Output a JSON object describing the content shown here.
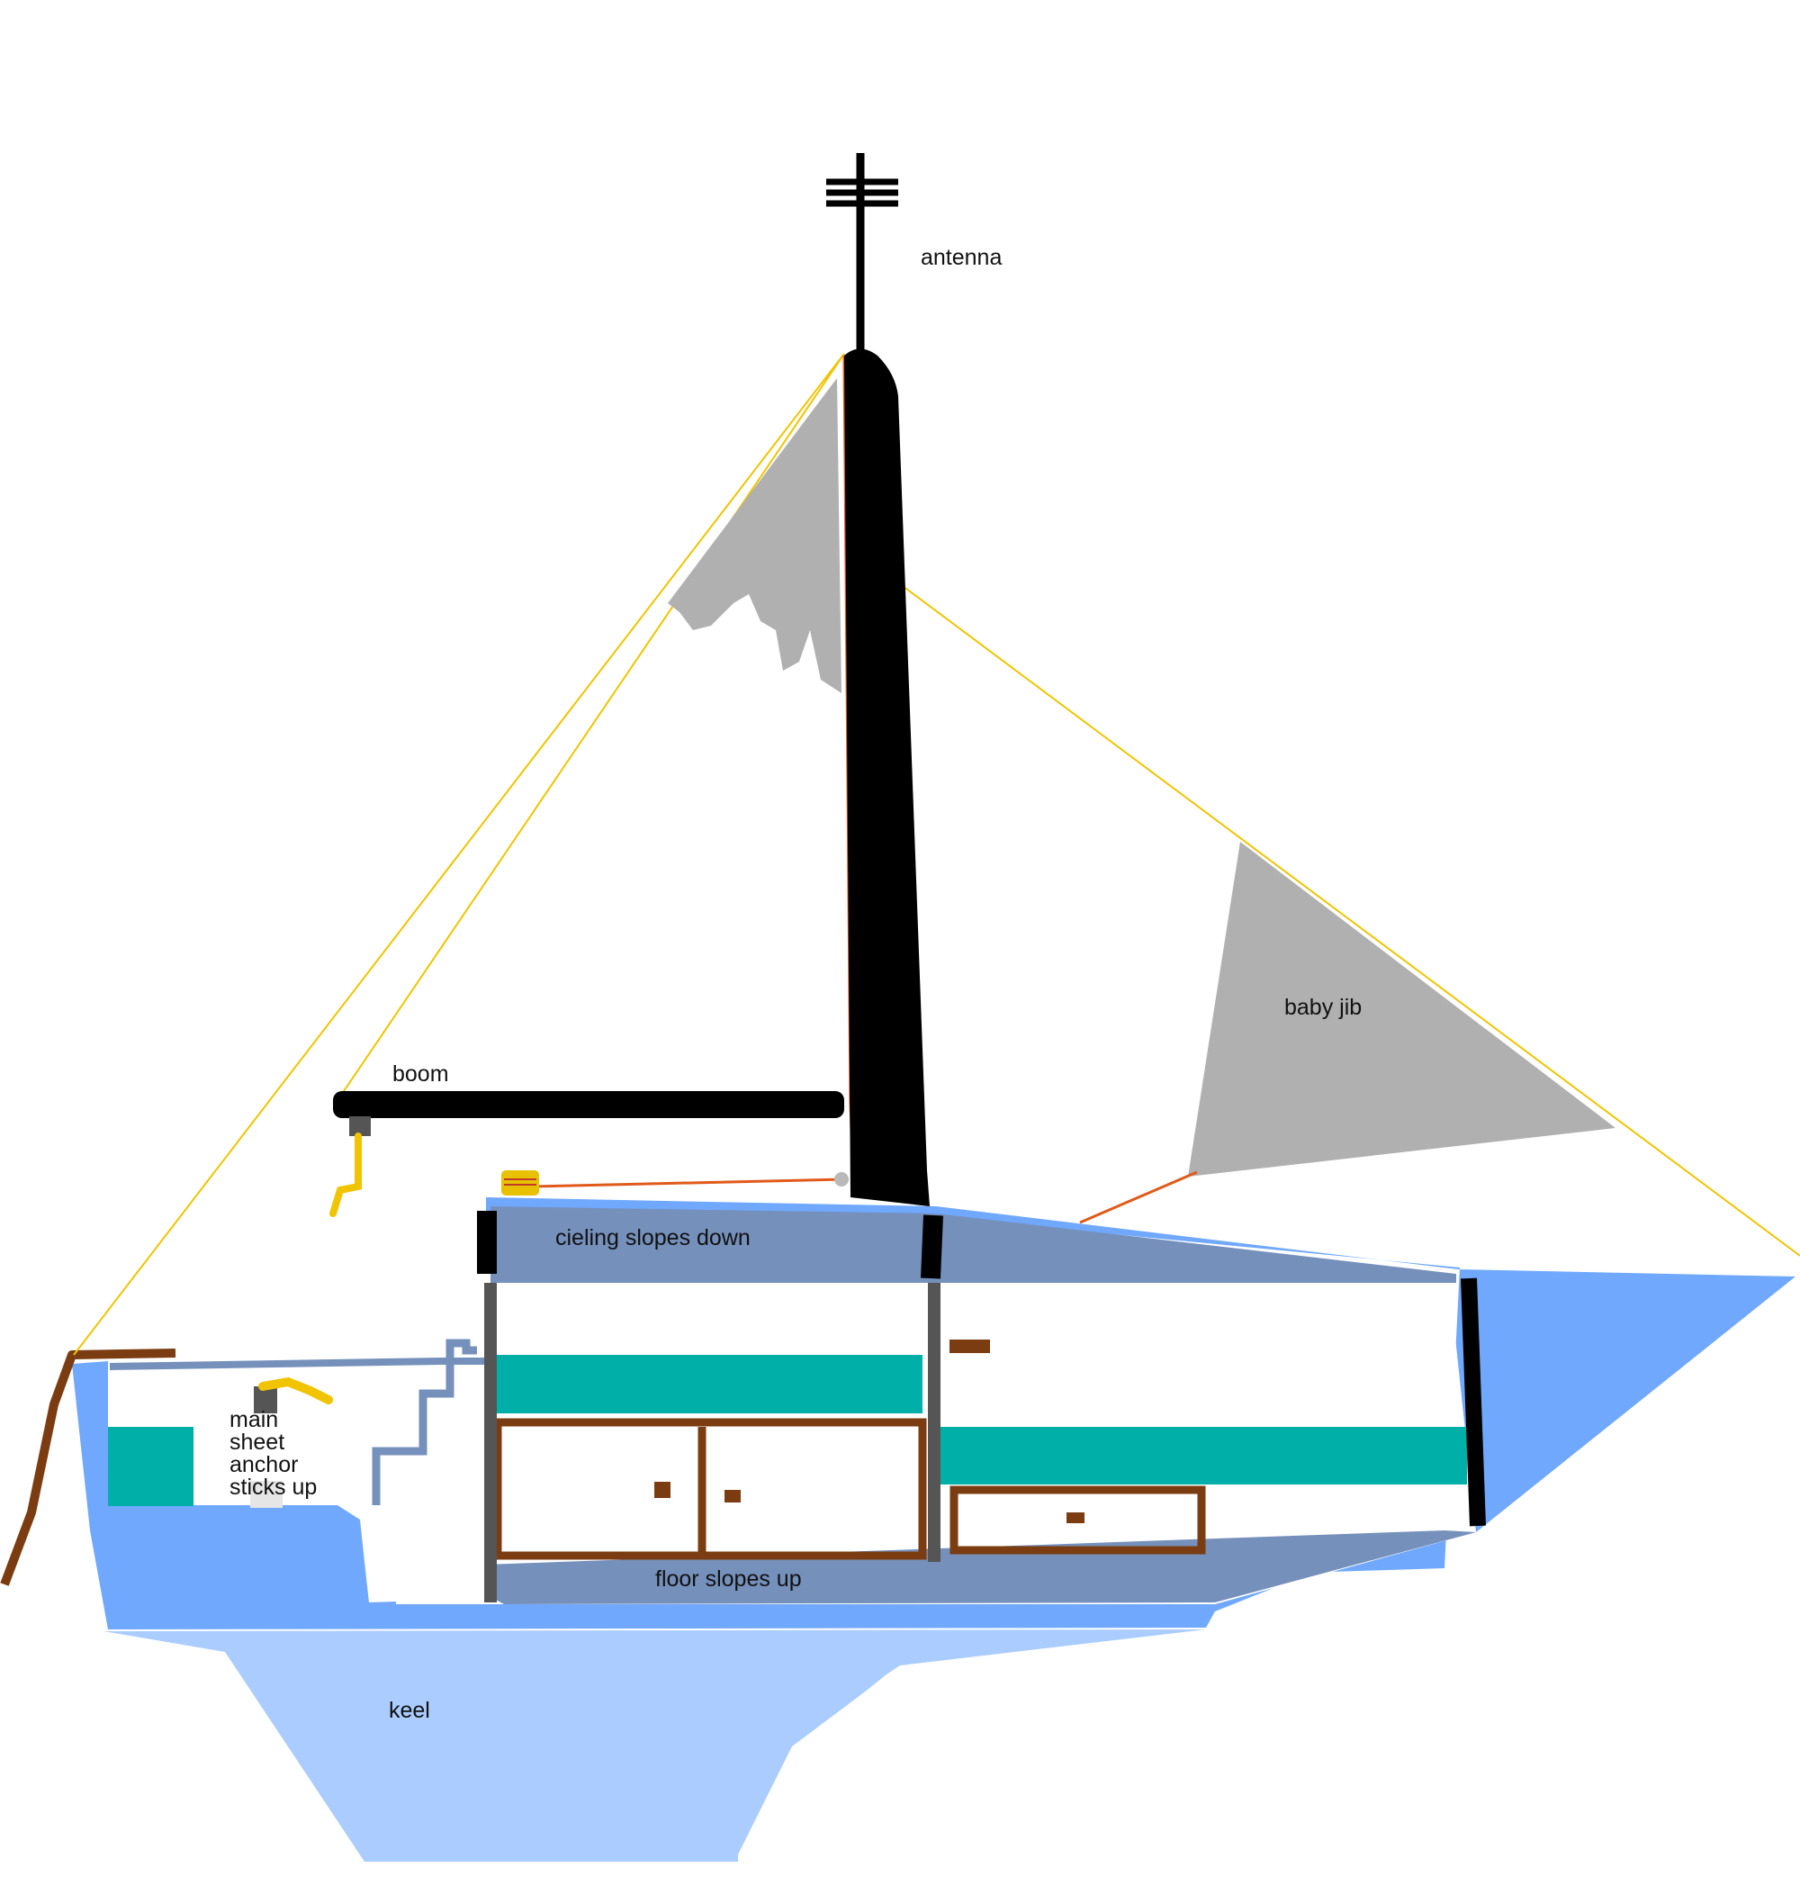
{
  "labels": {
    "antenna": "antenna",
    "boom": "boom",
    "baby_jib": "baby jib",
    "ceiling": "cieling slopes down",
    "floor": "floor slopes up",
    "keel": "keel",
    "main_sheet": [
      "main",
      "sheet",
      "anchor",
      "sticks up"
    ]
  },
  "colors": {
    "hull": "#6fa8fc",
    "keel": "#aaccff",
    "cabin_panel": "#7590bb",
    "mast": "#000000",
    "sail": "#b0b0b0",
    "rigging": "#f0c400",
    "sheet_line": "#e05a1a",
    "cushion": "#00b0a8",
    "wood": "#7a3c10",
    "frame": "#555555"
  }
}
